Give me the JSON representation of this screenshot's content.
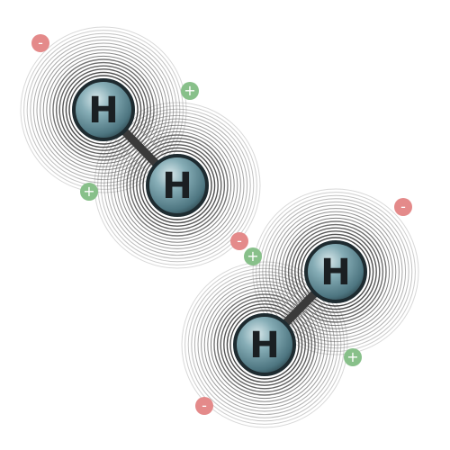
{
  "molecules": [
    {
      "name": "H2",
      "atoms": [
        {
          "symbol": "H"
        },
        {
          "symbol": "H"
        }
      ],
      "charges": [
        "-",
        "+",
        "+"
      ]
    },
    {
      "name": "H2",
      "atoms": [
        {
          "symbol": "H"
        },
        {
          "symbol": "H"
        }
      ],
      "charges": [
        "-",
        "+",
        "-",
        "+",
        "-"
      ]
    }
  ],
  "colors": {
    "atom_fill": "#5e8b95",
    "atom_highlight": "#b9d3d8",
    "atom_rim": "#1e2b30",
    "bond": "#3a3a3a",
    "ring": "#3b3b3b",
    "negative": "#e48a8a",
    "positive": "#88c08a"
  }
}
